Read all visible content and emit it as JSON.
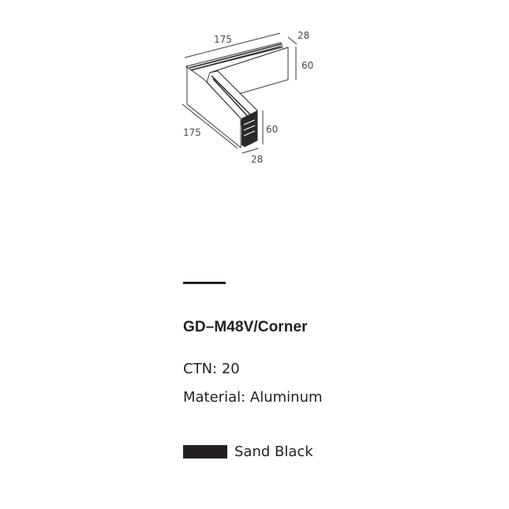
{
  "drawing": {
    "dimensions": {
      "top_length": "175",
      "top_width": "28",
      "top_height": "60",
      "side_length": "175",
      "side_height": "60",
      "side_width": "28"
    }
  },
  "product": {
    "model": "GD–M48V/Corner",
    "ctn": "CTN: 20",
    "material": "Material: Aluminum"
  },
  "finish": {
    "swatch_color": "#231f20",
    "label": "Sand Black"
  }
}
